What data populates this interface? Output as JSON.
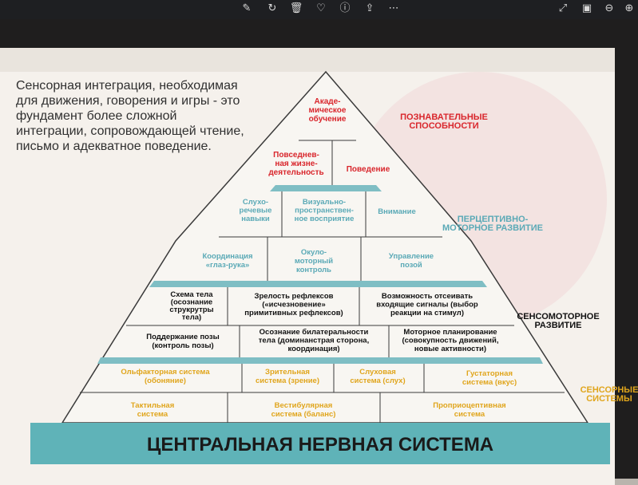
{
  "toolbar": {
    "icons": [
      "edit-icon",
      "rotate-icon",
      "delete-icon",
      "favorite-icon",
      "info-icon",
      "share-icon",
      "more-icon",
      "expand-icon",
      "fit-icon",
      "zoom-out-icon",
      "zoom-in-icon"
    ]
  },
  "intro_text": "Сенсорная интеграция, необходимая для движения, говорения и игры - это фундамент более сложной интеграции, сопровождающей чтение, письмо и адекватное поведение.",
  "levels": {
    "cognitive": {
      "label": [
        "ПОЗНАВАТЕЛЬНЫЕ",
        "СПОСОБНОСТИ"
      ],
      "cells": {
        "academic": [
          "Акаде-",
          "мическое",
          "обучение"
        ],
        "daily": [
          "Повседнев-",
          "ная жизне-",
          "деятельность"
        ],
        "behavior": [
          "Поведение"
        ]
      }
    },
    "perceptual": {
      "label": [
        "ПЕРЦЕПТИВНО-",
        "МОТОРНОЕ РАЗВИТИЕ"
      ],
      "cells": {
        "auditory": [
          "Слухо-",
          "речевые",
          "навыки"
        ],
        "visual": [
          "Визуально-",
          "пространствен-",
          "ное восприятие"
        ],
        "attention": [
          "Внимание"
        ],
        "eyehand": [
          "Координация",
          "«глаз-рука»"
        ],
        "oculomotor": [
          "Окуло-",
          "моторный",
          "контроль"
        ],
        "posture": [
          "Управление",
          "позой"
        ]
      }
    },
    "sensorimotor": {
      "label": [
        "СЕНСОМОТОРНОЕ",
        "РАЗВИТИЕ"
      ],
      "cells": {
        "body_schema": [
          "Схема тела",
          "(осознание",
          "струкрутры",
          "тела)"
        ],
        "reflexes": [
          "Зрелость рефлексов",
          "(«исчезновение»",
          "примитивных рефлексов)"
        ],
        "filtering": [
          "Возможность отсеивать",
          "входящие сигналы (выбор",
          "реакции на стимул)"
        ],
        "posture_hold": [
          "Поддержание позы",
          "(контроль позы)"
        ],
        "bilateral": [
          "Осознание билатеральности",
          "тела (доминанстрая сторона,",
          "координация)"
        ],
        "planning": [
          "Моторное планирование",
          "(совокупность движений,",
          "новые активности)"
        ]
      }
    },
    "sensory": {
      "label": [
        "СЕНСОРНЫЕ",
        "СИСТЕМЫ"
      ],
      "cells": {
        "olfactory": [
          "Ольфакторная система",
          "(обоняние)"
        ],
        "vision": [
          "Зрительная",
          "система (зрение)"
        ],
        "hearing": [
          "Слуховая",
          "система (слух)"
        ],
        "taste": [
          "Густаторная",
          "система (вкус)"
        ],
        "tactile": [
          "Тактильная",
          "система"
        ],
        "vestibular": [
          "Вестибулярная",
          "система (баланс)"
        ],
        "proprio": [
          "Проприоцептивная",
          "система"
        ]
      }
    }
  },
  "base_label": "ЦЕНТРАЛЬНАЯ НЕРВНАЯ СИСТЕМА",
  "colors": {
    "cognitive": "#d9262c",
    "perceptual": "#5aa9b6",
    "sensorimotor": "#111111",
    "sensory": "#e0a51c",
    "band": "#7fbec4",
    "base": "#5fb3b8"
  }
}
